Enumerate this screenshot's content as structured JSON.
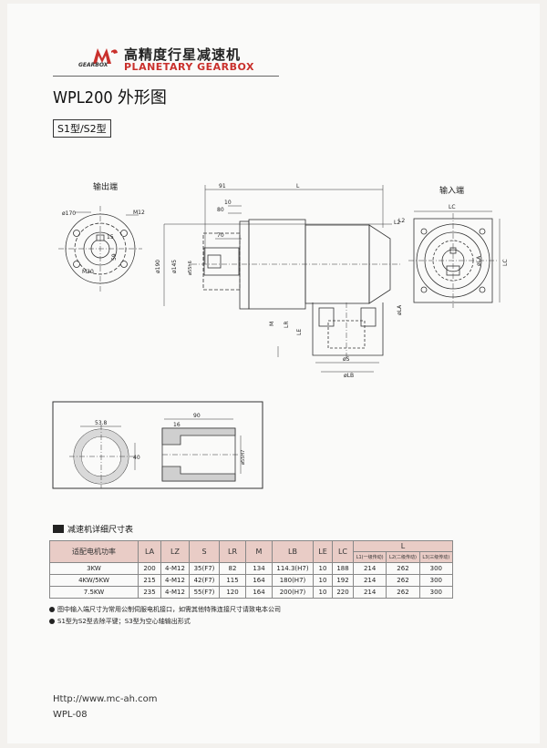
{
  "brand": {
    "name_cn": "高精度行星减速机",
    "name_en": "PLANETARY GEARBOX",
    "sub": "GEARBOX",
    "accent": "#c9302c"
  },
  "title": "WPL200 外形图",
  "subtitle": "S1型/S2型",
  "views": {
    "output_end": "输出端",
    "input_end": "输入端"
  },
  "dims": {
    "front": [
      "ø170",
      "M12",
      "M20",
      "15",
      "59"
    ],
    "side": [
      "91",
      "L",
      "10",
      "80",
      "70",
      "ø190",
      "ø145",
      "ø55h6",
      "L2",
      "M",
      "LR",
      "LE",
      "øS",
      "øLB",
      "øLA"
    ],
    "input": [
      "LC",
      "LC",
      "L2",
      "øLA"
    ],
    "detail": [
      "53.8",
      "90",
      "16",
      "40",
      "ø55H7"
    ]
  },
  "spec": {
    "heading": "减速机详细尺寸表",
    "headers": [
      "适配电机功率",
      "LA",
      "LZ",
      "S",
      "LR",
      "M",
      "LB",
      "LE",
      "LC",
      "L"
    ],
    "subheaders": [
      "L1(一级传动)",
      "L2(二级传动)",
      "L3(三级传动)"
    ],
    "rows": [
      [
        "3KW",
        "200",
        "4-M12",
        "35(F7)",
        "82",
        "134",
        "114.3(H7)",
        "10",
        "188",
        "214",
        "262",
        "300"
      ],
      [
        "4KW/5KW",
        "215",
        "4-M12",
        "42(F7)",
        "115",
        "164",
        "180(H7)",
        "10",
        "192",
        "214",
        "262",
        "300"
      ],
      [
        "7.5KW",
        "235",
        "4-M12",
        "55(F7)",
        "120",
        "164",
        "200(H7)",
        "10",
        "220",
        "214",
        "262",
        "300"
      ]
    ]
  },
  "notes": [
    "图中输入端尺寸为常用公制伺服电机接口，如需其他特殊连接尺寸请致电本公司",
    "S1型为S2型去除平键；S3型为空心轴输出形式"
  ],
  "footer": {
    "url": "Http://www.mc-ah.com",
    "code": "WPL-08"
  }
}
